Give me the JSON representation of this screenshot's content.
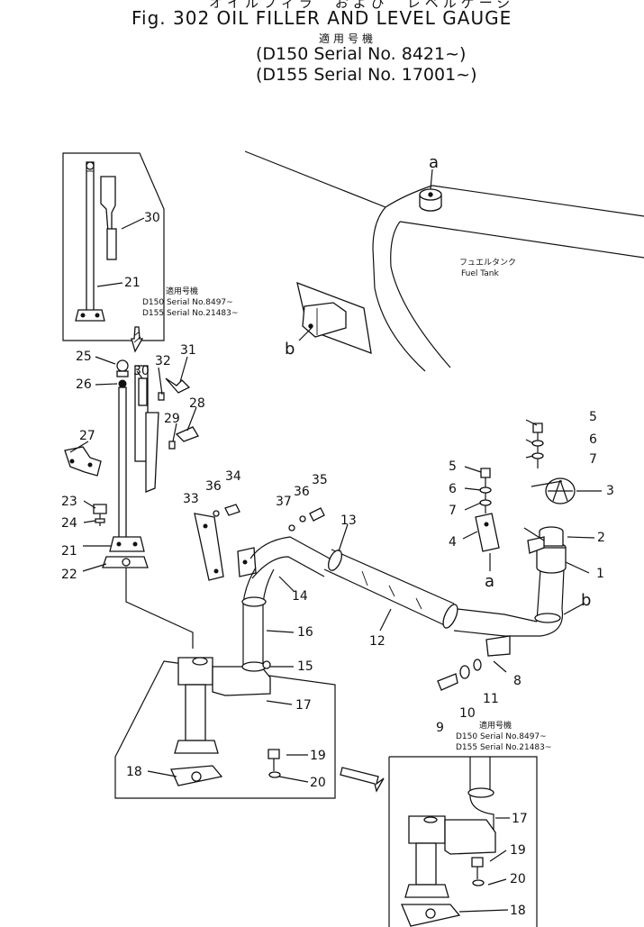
{
  "header": {
    "title_japanese": "オイルフィラ　および　レベルゲージ",
    "figure_title": "Fig. 302  OIL FILLER AND LEVEL GAUGE",
    "applicable_label": "適用号機",
    "serial_1": "(D150 Serial No. 8421~)",
    "serial_2": "(D155 Serial No. 17001~)"
  },
  "fuel_tank": {
    "label_jp": "フュエルタンク",
    "label_en": "Fuel Tank"
  },
  "inset_notes": {
    "upper_left": {
      "applicable_label": "適用号機",
      "line_1": "D150 Serial No.8497~",
      "line_2": "D155 Serial No.21483~"
    },
    "lower_right": {
      "applicable_label": "適用号機",
      "line_1": "D150 Serial No.8497~",
      "line_2": "D155 Serial No.21483~"
    }
  },
  "reference_letters": [
    "a",
    "b",
    "a",
    "b"
  ],
  "callouts": {
    "c1": "1",
    "c2": "2",
    "c3": "3",
    "c4": "4",
    "c5a": "5",
    "c5b": "5",
    "c6a": "6",
    "c6b": "6",
    "c7a": "7",
    "c7b": "7",
    "c8": "8",
    "c9": "9",
    "c10": "10",
    "c11": "11",
    "c12": "12",
    "c13": "13",
    "c14": "14",
    "c15": "15",
    "c16": "16",
    "c17": "17",
    "c17i": "17",
    "c18": "18",
    "c18i": "18",
    "c19": "19",
    "c19i": "19",
    "c20": "20",
    "c20i": "20",
    "c21": "21",
    "c21i": "21",
    "c22": "22",
    "c23": "23",
    "c24": "24",
    "c25": "25",
    "c26": "26",
    "c27": "27",
    "c28": "28",
    "c29": "29",
    "c30": "30",
    "c30i": "30",
    "c31": "31",
    "c32": "32",
    "c33": "33",
    "c34": "34",
    "c35": "35",
    "c36a": "36",
    "c36b": "36",
    "c37": "37"
  }
}
